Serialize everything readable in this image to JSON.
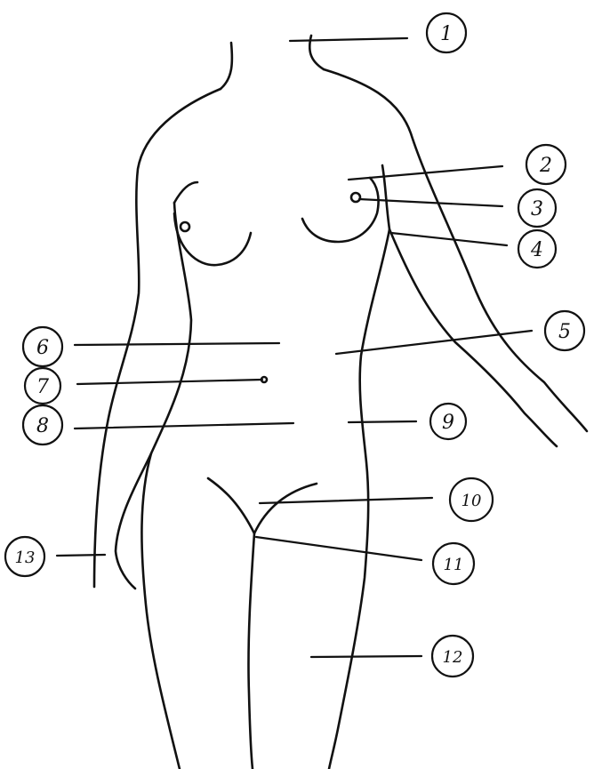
{
  "colors": {
    "ink": "#111111",
    "paper": "#ffffff"
  },
  "labels": [
    {
      "id": "1",
      "text": "1"
    },
    {
      "id": "2",
      "text": "2"
    },
    {
      "id": "3",
      "text": "3"
    },
    {
      "id": "4",
      "text": "4"
    },
    {
      "id": "5",
      "text": "5"
    },
    {
      "id": "6",
      "text": "6"
    },
    {
      "id": "7",
      "text": "7"
    },
    {
      "id": "8",
      "text": "8"
    },
    {
      "id": "9",
      "text": "9"
    },
    {
      "id": "10",
      "text": "10"
    },
    {
      "id": "11",
      "text": "11"
    },
    {
      "id": "12",
      "text": "12"
    },
    {
      "id": "13",
      "text": "13"
    }
  ]
}
